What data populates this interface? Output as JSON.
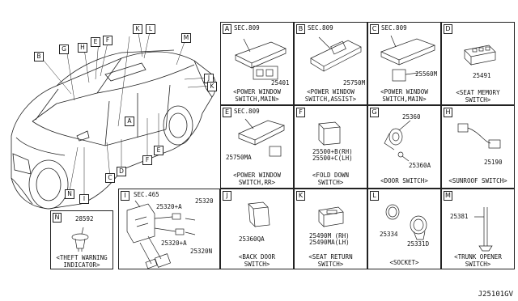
{
  "diagram_code": "J25101GV",
  "overview_callouts": [
    "B",
    "G",
    "H",
    "E",
    "F",
    "K",
    "L",
    "M",
    "J",
    "K",
    "A",
    "C",
    "D",
    "F",
    "E",
    "N",
    "I"
  ],
  "cells": {
    "A": {
      "letter": "A",
      "sec": "SEC.809",
      "part": "25401",
      "caption": [
        "<POWER WINDOW",
        "SWITCH,MAIN>"
      ]
    },
    "B": {
      "letter": "B",
      "sec": "SEC.809",
      "part": "25750M",
      "caption": [
        "<POWER WINDOW",
        "SWITCH,ASSIST>"
      ]
    },
    "C": {
      "letter": "C",
      "sec": "SEC.809",
      "part": "25560M",
      "caption": [
        "<POWER WINDOW",
        "SWITCH,MAIN>"
      ]
    },
    "D": {
      "letter": "D",
      "part": "25491",
      "caption": [
        "<SEAT MEMORY",
        "SWITCH>"
      ]
    },
    "E": {
      "letter": "E",
      "sec": "SEC.809",
      "part": "25750MA",
      "caption": [
        "<POWER WINDOW",
        "SWITCH,RR>"
      ]
    },
    "F": {
      "letter": "F",
      "part1": "25500+B(RH)",
      "part2": "25500+C(LH)",
      "caption": [
        "<FOLD DOWN",
        "SWITCH>"
      ]
    },
    "G": {
      "letter": "G",
      "part1": "25360",
      "part2": "25360A",
      "caption": [
        "<DOOR SWITCH>"
      ]
    },
    "H": {
      "letter": "H",
      "part": "25190",
      "caption": [
        "<SUNROOF SWITCH>"
      ]
    },
    "I": {
      "letter": "I",
      "sec": "SEC.465",
      "p1": "25320",
      "p2": "25320+A",
      "p3": "25320+A",
      "p4": "25320N"
    },
    "J": {
      "letter": "J",
      "part": "25360QA",
      "caption": [
        "<BACK DOOR",
        "SWITCH>"
      ]
    },
    "K": {
      "letter": "K",
      "part1": "25490M (RH)",
      "part2": "25490MA(LH)",
      "caption": [
        "<SEAT RETURN",
        "SWITCH>"
      ]
    },
    "L": {
      "letter": "L",
      "part1": "25334",
      "part2": "25331D",
      "caption": [
        "<SOCKET>"
      ]
    },
    "M": {
      "letter": "M",
      "part": "25381",
      "caption": [
        "<TRUNK OPENER",
        "SWITCH>"
      ]
    },
    "N": {
      "letter": "N",
      "part": "28592",
      "caption": [
        "<THEFT WARNING",
        "INDICATOR>"
      ]
    }
  }
}
